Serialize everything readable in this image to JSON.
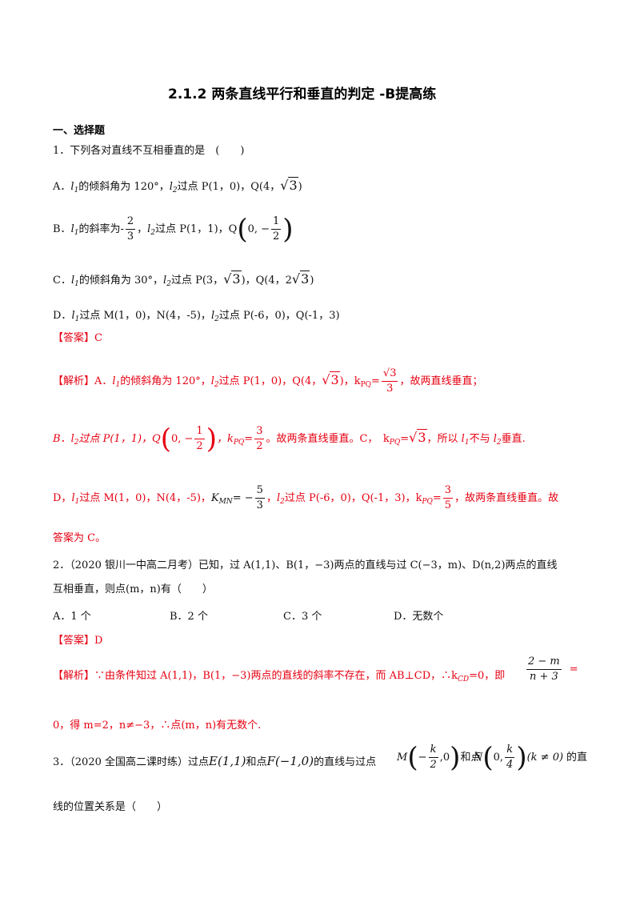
{
  "title": "2.1.2  两条直线平行和垂直的判定  -B提高练",
  "section": "一、选择题",
  "q1": {
    "stem": "1．下列各对直线不互相垂直的是　(　　)",
    "optA": {
      "pre": "A．",
      "l1": "l",
      "s1": "1",
      "a1": "的倾斜角为 120°，",
      "l2": "l",
      "s2": "2",
      "a2": "过点 P(1，0)，Q(4，",
      "rad": "3",
      "end": ")"
    },
    "optB": {
      "pre": "B．",
      "l1": "l",
      "s1": "1",
      "a1": "的斜率为-",
      "fn": "2",
      "fd": "3",
      "a2": "，",
      "l2": "l",
      "s2": "2",
      "a3": "过点 P(1，1)，Q",
      "q0": "0, −",
      "qn": "1",
      "qd": "2"
    },
    "optC": {
      "pre": "C．",
      "l1": "l",
      "s1": "1",
      "a1": "的倾斜角为 30°，",
      "l2": "l",
      "s2": "2",
      "a2": "过点 P(3，",
      "rad1": "3",
      "a3": ")，Q(4，2",
      "rad2": "3",
      "end": ")"
    },
    "optD": {
      "pre": "D．",
      "l1": "l",
      "s1": "1",
      "a1": "过点 M(1，0)，N(4，-5)，",
      "l2": "l",
      "s2": "2",
      "a2": "过点 P(-6，0)，Q(-1，3)"
    },
    "answer": "【答案】C",
    "exp1": {
      "tag": "【解析】A．",
      "l1": "l",
      "s1": "1",
      "a1": "的倾斜角为 120°，",
      "l2": "l",
      "s2": "2",
      "a2": "过点 P(1，0)，Q(4，",
      "rad": "3",
      "a3": ")，k",
      "ksub": "PQ",
      "eq": "=",
      "fn": "√3",
      "fd": "3",
      "tail": "，故两直线垂直；"
    },
    "exp2": {
      "a0": "B．",
      "l2": "l",
      "s2": "2",
      "a1": "过点 P(1，1)，Q",
      "q0": "0, −",
      "qn": "1",
      "qd": "2",
      "a2": "，k",
      "ksub": "PQ",
      "eq": "=",
      "fn": "3",
      "fd": "2",
      "a3": "。故两条直线垂直。C，　k",
      "ksub2": "PQ",
      "a4": "=",
      "rad": "3",
      "a5": "，所以 ",
      "l1": "l",
      "s1": "1",
      "a6": "不与 ",
      "l2b": "l",
      "s2b": "2",
      "a7": "垂直."
    },
    "exp3": {
      "a0": "D，",
      "l1": "l",
      "s1": "1",
      "a1": "过点 M(1，0)，N(4，-5)，",
      "K": "K",
      "Ksub": "MN",
      "eq": "= −",
      "fn": "5",
      "fd": "3",
      "a2": "，",
      "l2": "l",
      "s2": "2",
      "a3": "过点 P(-6，0)，Q(-1，3)，k",
      "ksub": "PQ",
      "eq2": "=",
      "fn2": "3",
      "fd2": "5",
      "a4": "，故两条直线垂直。故"
    },
    "exp4": "答案为 C。"
  },
  "q2": {
    "stem1": "2．（2020 银川一中高二月考）已知，过 A(1,1)、B(1，−3)两点的直线与过 C(−3，m)、D(n,2)两点的直线",
    "stem2": "互相垂直，则点(m，n)有（　　）",
    "opts": [
      "A．1 个",
      "B．2 个",
      "C．3 个",
      "D．无数个"
    ],
    "answer": "【答案】D",
    "exp1": {
      "a": "【解析】∵由条件知过 A(1,1)，B(1，−3)两点的直线的斜率不存在，而 AB⊥CD，∴k",
      "ksub": "CD",
      "b": "=0，即",
      "fn": "2 − m",
      "fd": "n + 3",
      "c": "="
    },
    "exp2": "0，得 m=2，n≠−3，∴点(m，n)有无数个."
  },
  "q3": {
    "a": "3．（2020 全国高二课时练）过点",
    "E": "E(1,1)",
    "b": "和点",
    "F": "F(−1,0)",
    "c": "的直线与过点",
    "M": "M",
    "mfn": "k",
    "mfd": "2",
    "m0": "−",
    "m1": ",0",
    "d": "和点",
    "N": "N",
    "n0": "0,",
    "nfn": "k",
    "nfd": "4",
    "k": "(k ≠ 0)",
    "e": "的直",
    "line2": "线的位置关系是（　　）"
  }
}
